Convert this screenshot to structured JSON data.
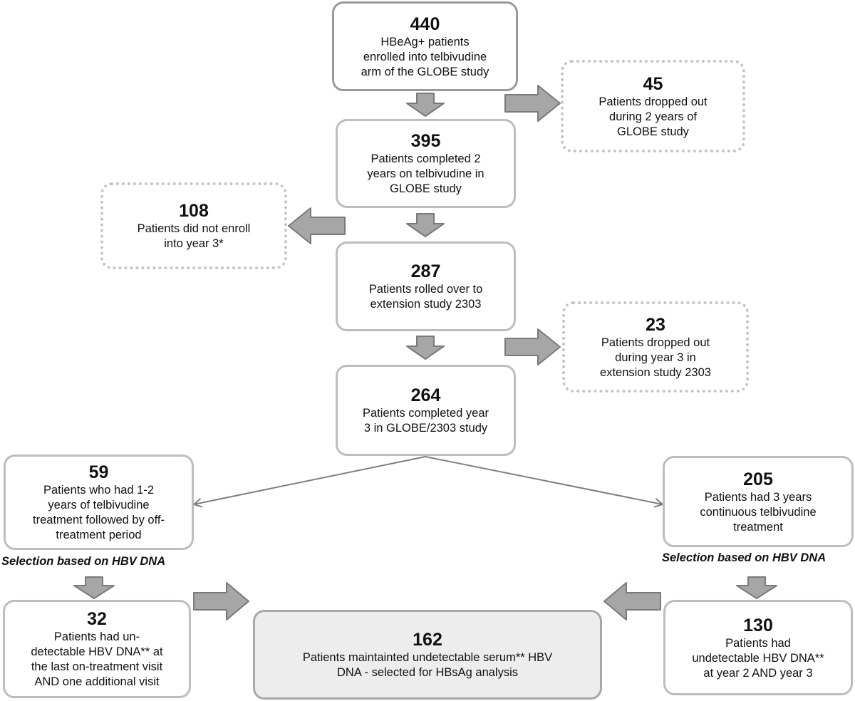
{
  "boxes": {
    "enrolled": {
      "number": "440",
      "text": "HBeAg+ patients\nenrolled into telbivudine\narm of the GLOBE study"
    },
    "dropout1": {
      "number": "45",
      "text": "Patients dropped out\nduring 2 years of\nGLOBE study"
    },
    "completed2": {
      "number": "395",
      "text": "Patients completed 2\nyears on telbivudine in\nGLOBE study"
    },
    "not_enrolled": {
      "number": "108",
      "text": "Patients did not enroll\ninto year 3*"
    },
    "rolled_over": {
      "number": "287",
      "text": "Patients rolled over to\nextension study 2303"
    },
    "dropout2": {
      "number": "23",
      "text": "Patients dropped out\nduring year 3 in\nextension study 2303"
    },
    "completed3": {
      "number": "264",
      "text": "Patients completed year\n3 in GLOBE/2303 study"
    },
    "off_treatment": {
      "number": "59",
      "text": "Patients  who had 1-2\nyears of telbivudine\ntreatment followed by off-\ntreatment period"
    },
    "continuous": {
      "number": "205",
      "text": "Patients had 3 years\ncontinuous telbivudine\ntreatment"
    },
    "undetect_left": {
      "number": "32",
      "text": "Patients had un-\ndetectable HBV DNA** at\nthe last on-treatment visit\nAND one additional visit"
    },
    "final": {
      "number": "162",
      "text": "Patients maintainted undetectable serum** HBV\nDNA - selected for HBsAg analysis"
    },
    "undetect_right": {
      "number": "130",
      "text": "Patients  had\nundetectable HBV DNA**\nat year 2 AND year 3"
    }
  },
  "selection_left": "Selection based on HBV DNA",
  "selection_right": "Selection based on HBV DNA",
  "colors": {
    "arrow_fill": "#a6a6a6",
    "arrow_stroke": "#7a7a7a",
    "line": "#7f7f7f"
  }
}
